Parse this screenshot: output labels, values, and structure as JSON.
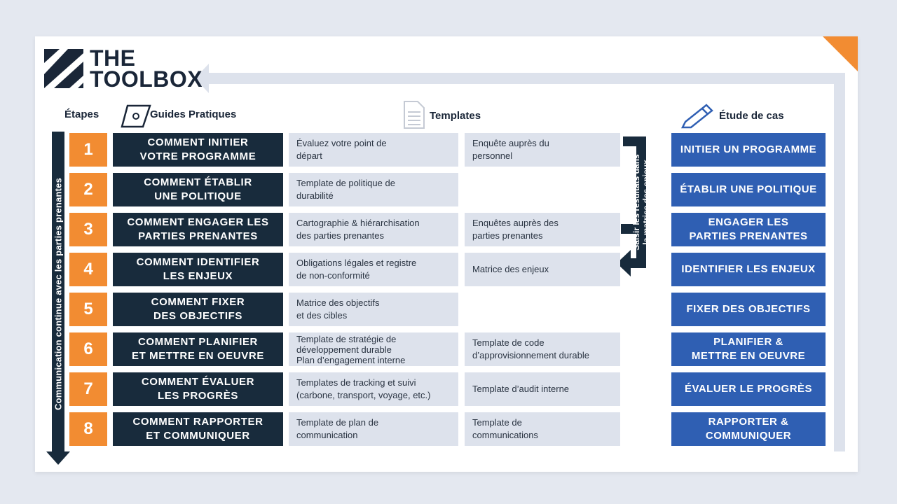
{
  "logo": {
    "line1": "THE",
    "line2": "TOOLBOX"
  },
  "headers": {
    "etapes": "Étapes",
    "guides": "Guides Pratiques",
    "templates": "Templates",
    "etude": "Étude de cas"
  },
  "side_label": "Communication continue avec les parties prenantes",
  "bracket_label_line1": "Saisir les résultats dans",
  "bracket_label_line2": "la matrice des enjeux",
  "colors": {
    "orange": "#f28c32",
    "navy": "#182b3c",
    "blue": "#2f5fb3",
    "grey": "#dde2ec",
    "arrow": "#dde2ec"
  },
  "rows": [
    {
      "num": "1",
      "guide": "COMMENT INITIER\nVOTRE PROGRAMME",
      "tpl1": "Évaluez votre point de\ndépart",
      "tpl2": "Enquête auprès du\npersonnel",
      "case": "INITIER UN PROGRAMME"
    },
    {
      "num": "2",
      "guide": "COMMENT ÉTABLIR\nUNE POLITIQUE",
      "tpl1": "Template de politique de\ndurabilité",
      "tpl2": "",
      "case": "ÉTABLIR UNE POLITIQUE"
    },
    {
      "num": "3",
      "guide": "COMMENT ENGAGER LES\nPARTIES PRENANTES",
      "tpl1": "Cartographie & hiérarchisation\ndes parties prenantes",
      "tpl2": "Enquêtes auprès des\nparties prenantes",
      "case": "ENGAGER LES\nPARTIES PRENANTES"
    },
    {
      "num": "4",
      "guide": "COMMENT IDENTIFIER\nLES ENJEUX",
      "tpl1": "Obligations légales et registre\nde non-conformité",
      "tpl2": "Matrice des enjeux",
      "case": "IDENTIFIER LES ENJEUX"
    },
    {
      "num": "5",
      "guide": "COMMENT FIXER\nDES OBJECTIFS",
      "tpl1": "Matrice des objectifs\net des cibles",
      "tpl2": "",
      "case": "FIXER DES OBJECTIFS"
    },
    {
      "num": "6",
      "guide": "COMMENT PLANIFIER\nET METTRE EN OEUVRE",
      "tpl1": "Template de stratégie de\ndéveloppement durable\nPlan d’engagement interne",
      "tpl2": "Template de code\nd’approvisionnement durable",
      "case": "PLANIFIER &\nMETTRE EN OEUVRE"
    },
    {
      "num": "7",
      "guide": "COMMENT ÉVALUER\nLES PROGRÈS",
      "tpl1": "Templates de tracking et suivi\n(carbone, transport, voyage, etc.)",
      "tpl2": "Template d’audit interne",
      "case": "ÉVALUER LE PROGRÈS"
    },
    {
      "num": "8",
      "guide": "COMMENT RAPPORTER\nET COMMUNIQUER",
      "tpl1": "Template de plan de\ncommunication",
      "tpl2": "Template de\ncommunications",
      "case": "RAPPORTER &\nCOMMUNIQUER"
    }
  ]
}
